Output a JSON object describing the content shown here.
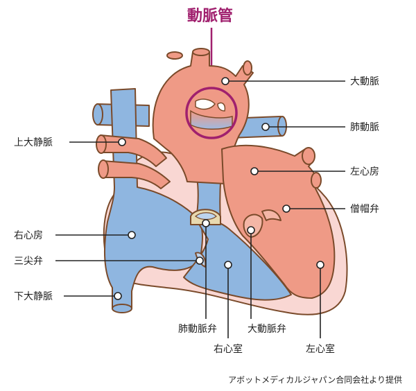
{
  "title": "動脈管",
  "credit": "アボットメディカルジャパン合同会社より提供",
  "colors": {
    "accent": "#a0206e",
    "artery": "#ef9a86",
    "vein": "#8fb6e0",
    "pericardium": "#f9d7d3",
    "outline": "#7a4a2a",
    "ink": "#222222"
  },
  "labels": {
    "aorta": "大動脈",
    "pulmonary_artery": "肺動脈",
    "svc": "上大静脈",
    "left_atrium": "左心房",
    "mitral_valve": "僧帽弁",
    "right_atrium": "右心房",
    "tricuspid_valve": "三尖弁",
    "ivc": "下大静脈",
    "pulmonary_valve": "肺動脈弁",
    "aortic_valve": "大動脈弁",
    "right_ventricle": "右心室",
    "left_ventricle": "左心室"
  }
}
